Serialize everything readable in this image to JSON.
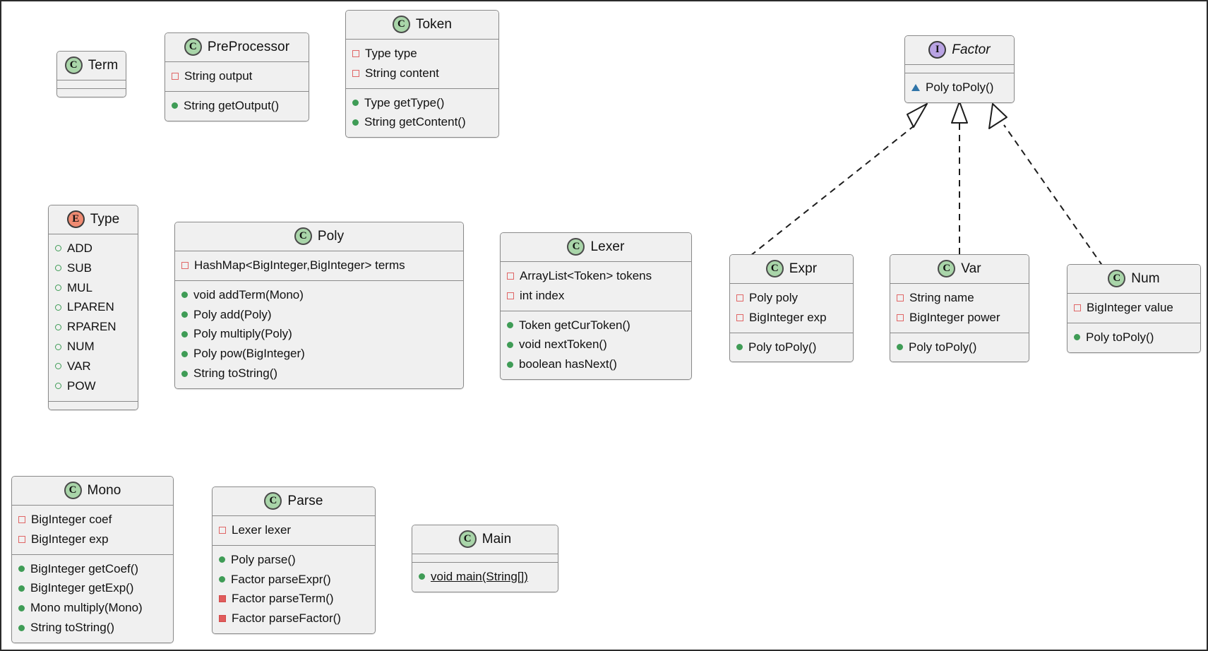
{
  "diagram": {
    "title": "UML Class Diagram",
    "background": "#ffffff",
    "box_fill": "#f0f0f0",
    "box_border": "#8a8a8a",
    "class_badge_color": "#a9d5a9",
    "enum_badge_color": "#ef8b72",
    "interface_badge_color": "#b9a3e3",
    "private_marker_color": "#e06666",
    "public_marker_color": "#3f9c56",
    "abstract_marker_color": "#2f74a8"
  },
  "badges": {
    "class": "C",
    "enum": "E",
    "interface": "I"
  },
  "classes": {
    "term": {
      "name": "Term",
      "stereotype": "class",
      "fields": [],
      "methods": []
    },
    "preprocessor": {
      "name": "PreProcessor",
      "stereotype": "class",
      "fields": [
        {
          "marker": "private-field",
          "label": "String output"
        }
      ],
      "methods": [
        {
          "marker": "public-method",
          "label": "String getOutput()"
        }
      ]
    },
    "token": {
      "name": "Token",
      "stereotype": "class",
      "fields": [
        {
          "marker": "private-field",
          "label": "Type type"
        },
        {
          "marker": "private-field",
          "label": "String content"
        }
      ],
      "methods": [
        {
          "marker": "public-method",
          "label": "Type getType()"
        },
        {
          "marker": "public-method",
          "label": "String getContent()"
        }
      ]
    },
    "factor": {
      "name": "Factor",
      "stereotype": "interface",
      "fields": [],
      "methods": [
        {
          "marker": "abstract",
          "label": "Poly toPoly()"
        }
      ]
    },
    "type": {
      "name": "Type",
      "stereotype": "enum",
      "constants": [
        {
          "marker": "enum-const",
          "label": "ADD"
        },
        {
          "marker": "enum-const",
          "label": "SUB"
        },
        {
          "marker": "enum-const",
          "label": "MUL"
        },
        {
          "marker": "enum-const",
          "label": "LPAREN"
        },
        {
          "marker": "enum-const",
          "label": "RPAREN"
        },
        {
          "marker": "enum-const",
          "label": "NUM"
        },
        {
          "marker": "enum-const",
          "label": "VAR"
        },
        {
          "marker": "enum-const",
          "label": "POW"
        }
      ],
      "methods": []
    },
    "poly": {
      "name": "Poly",
      "stereotype": "class",
      "fields": [
        {
          "marker": "private-field",
          "label": "HashMap<BigInteger,BigInteger> terms"
        }
      ],
      "methods": [
        {
          "marker": "public-method",
          "label": "void addTerm(Mono)"
        },
        {
          "marker": "public-method",
          "label": "Poly add(Poly)"
        },
        {
          "marker": "public-method",
          "label": "Poly multiply(Poly)"
        },
        {
          "marker": "public-method",
          "label": "Poly pow(BigInteger)"
        },
        {
          "marker": "public-method",
          "label": "String toString()"
        }
      ]
    },
    "lexer": {
      "name": "Lexer",
      "stereotype": "class",
      "fields": [
        {
          "marker": "private-field",
          "label": "ArrayList<Token> tokens"
        },
        {
          "marker": "private-field",
          "label": "int index"
        }
      ],
      "methods": [
        {
          "marker": "public-method",
          "label": "Token getCurToken()"
        },
        {
          "marker": "public-method",
          "label": "void nextToken()"
        },
        {
          "marker": "public-method",
          "label": "boolean hasNext()"
        }
      ]
    },
    "expr": {
      "name": "Expr",
      "stereotype": "class",
      "fields": [
        {
          "marker": "private-field",
          "label": "Poly poly"
        },
        {
          "marker": "private-field",
          "label": "BigInteger exp"
        }
      ],
      "methods": [
        {
          "marker": "public-method",
          "label": "Poly toPoly()"
        }
      ]
    },
    "var": {
      "name": "Var",
      "stereotype": "class",
      "fields": [
        {
          "marker": "private-field",
          "label": "String name"
        },
        {
          "marker": "private-field",
          "label": "BigInteger power"
        }
      ],
      "methods": [
        {
          "marker": "public-method",
          "label": "Poly toPoly()"
        }
      ]
    },
    "num": {
      "name": "Num",
      "stereotype": "class",
      "fields": [
        {
          "marker": "private-field",
          "label": "BigInteger value"
        }
      ],
      "methods": [
        {
          "marker": "public-method",
          "label": "Poly toPoly()"
        }
      ]
    },
    "mono": {
      "name": "Mono",
      "stereotype": "class",
      "fields": [
        {
          "marker": "private-field",
          "label": "BigInteger coef"
        },
        {
          "marker": "private-field",
          "label": "BigInteger exp"
        }
      ],
      "methods": [
        {
          "marker": "public-method",
          "label": "BigInteger getCoef()"
        },
        {
          "marker": "public-method",
          "label": "BigInteger getExp()"
        },
        {
          "marker": "public-method",
          "label": "Mono multiply(Mono)"
        },
        {
          "marker": "public-method",
          "label": "String toString()"
        }
      ]
    },
    "parse": {
      "name": "Parse",
      "stereotype": "class",
      "fields": [
        {
          "marker": "private-field",
          "label": "Lexer lexer"
        }
      ],
      "methods": [
        {
          "marker": "public-method",
          "label": "Poly parse()"
        },
        {
          "marker": "public-method",
          "label": "Factor parseExpr()"
        },
        {
          "marker": "private-method",
          "label": "Factor parseTerm()"
        },
        {
          "marker": "private-method",
          "label": "Factor parseFactor()"
        }
      ]
    },
    "main": {
      "name": "Main",
      "stereotype": "class",
      "fields": [],
      "methods": [
        {
          "marker": "public-method",
          "label": "void main(String[])",
          "underline": true
        }
      ]
    }
  },
  "relationships": [
    {
      "from": "Expr",
      "to": "Factor",
      "kind": "realization",
      "style": "dashed",
      "head": "hollow-triangle"
    },
    {
      "from": "Var",
      "to": "Factor",
      "kind": "realization",
      "style": "dashed",
      "head": "hollow-triangle"
    },
    {
      "from": "Num",
      "to": "Factor",
      "kind": "realization",
      "style": "dashed",
      "head": "hollow-triangle"
    }
  ]
}
